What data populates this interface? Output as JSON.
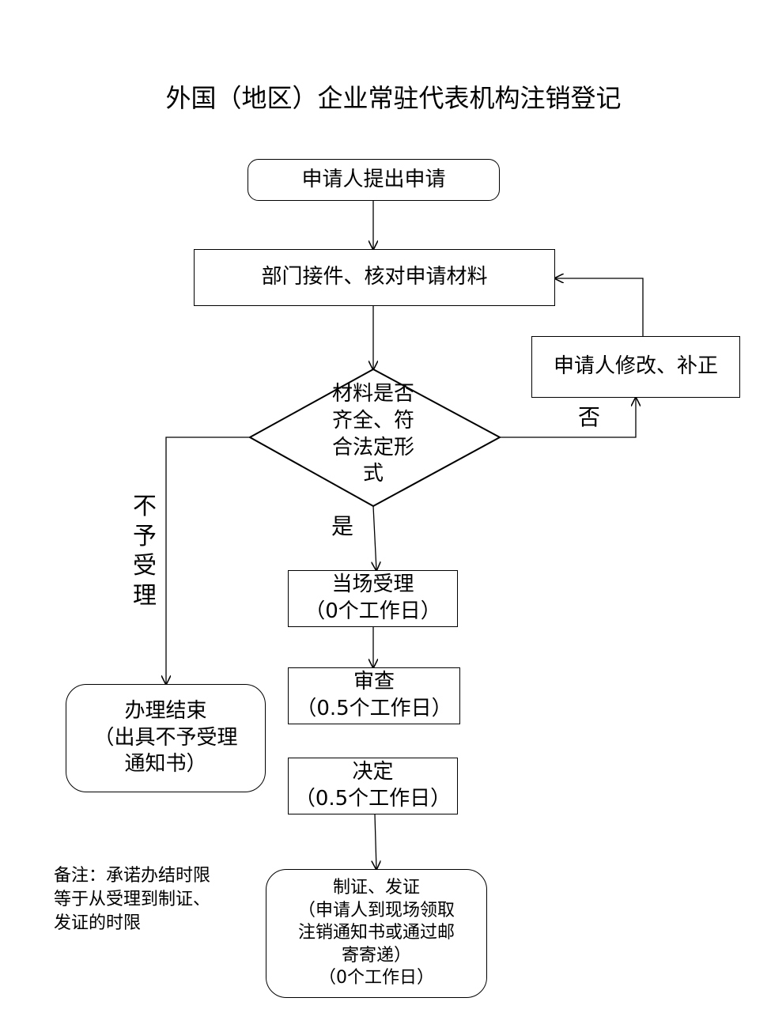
{
  "title": "外国（地区）企业常驻代表机构注销登记",
  "nodes": {
    "apply": "申请人提出申请",
    "receive": "部门接件、核对申请材料",
    "decision": "材料是否\n齐全、符\n合法定形\n式",
    "correct": "申请人修改、补正",
    "accept_title": "当场受理",
    "accept_time": "（0个工作日）",
    "review_title": "审查",
    "review_time": "（0.5个工作日）",
    "decide_title": "决定",
    "decide_time": "（0.5个工作日）",
    "reject_end": "办理结束\n（出具不予受理\n通知书）",
    "issue": "制证、发证\n（申请人到现场领取\n注销通知书或通过邮\n寄寄递）\n（0个工作日）"
  },
  "labels": {
    "no": "否",
    "yes": "是",
    "not_accept": "不\n予\n受\n理"
  },
  "note": "备注：承诺办结时限\n等于从受理到制证、\n发证的时限"
}
